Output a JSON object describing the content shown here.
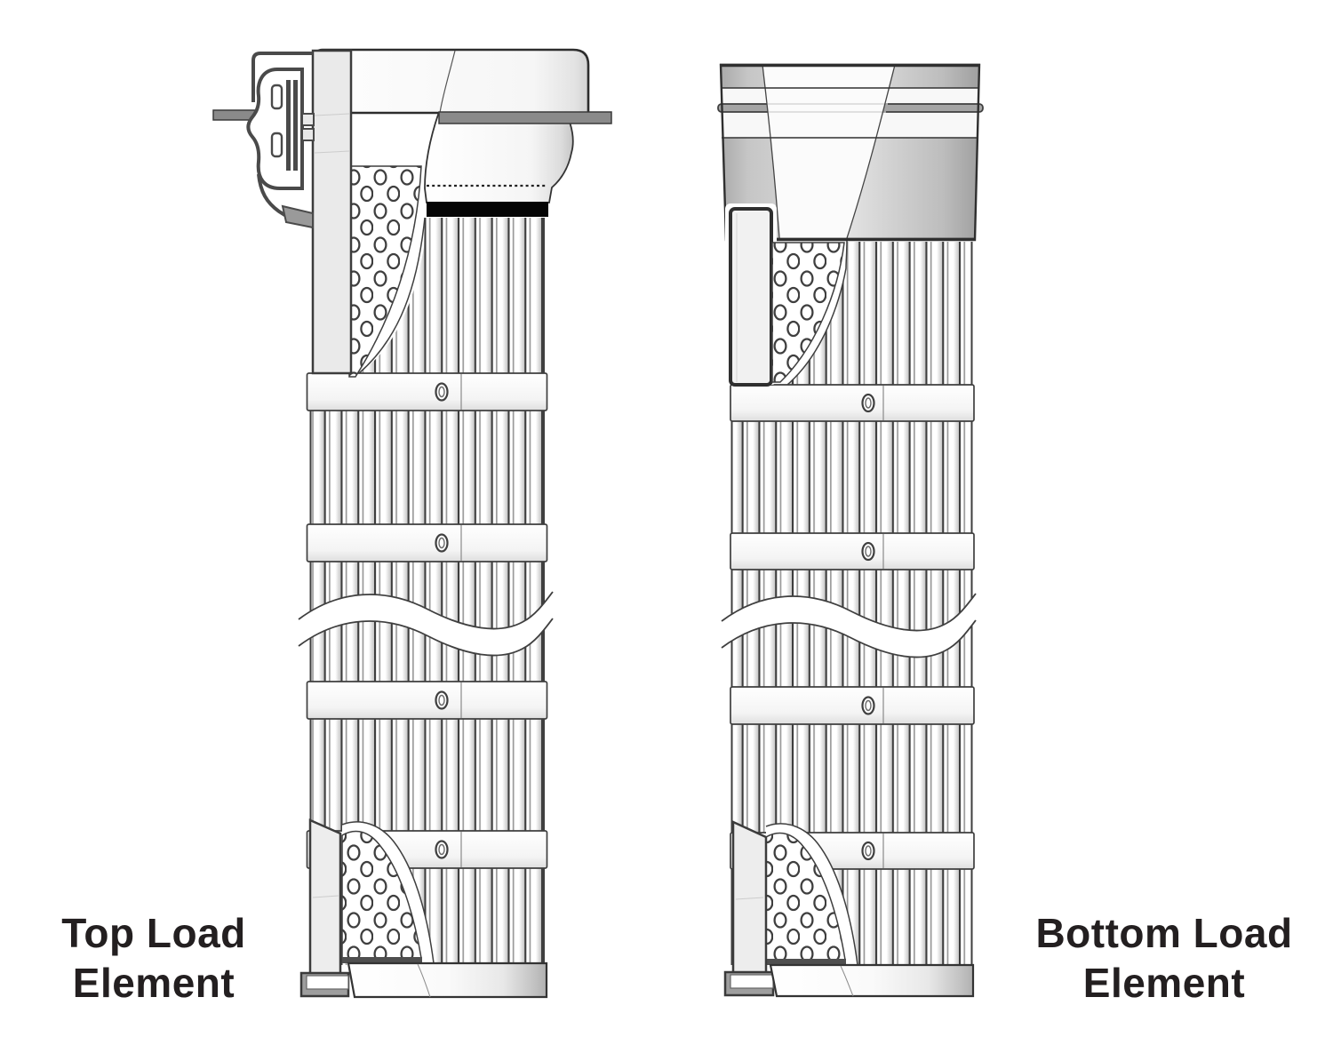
{
  "figure": {
    "type": "technical-illustration",
    "description_items": [
      {
        "id": "top_load",
        "parts": [
          "clamp-spring",
          "tube-sheet",
          "top-cap",
          "perforated-core",
          "pleated-media",
          "support-bands",
          "gasket-band",
          "bottom-cap"
        ]
      },
      {
        "id": "bottom_load",
        "parts": [
          "snap-band-collar",
          "inner-venturi-tube",
          "perforated-core",
          "pleated-media",
          "support-bands",
          "bottom-cap"
        ]
      }
    ]
  },
  "labels": {
    "top_load": {
      "line1": "Top Load",
      "line2": "Element"
    },
    "bottom_load": {
      "line1": "Bottom Load",
      "line2": "Element"
    }
  },
  "palette": {
    "background": "#ffffff",
    "line": "#2f2f2f",
    "metal_gray": "#8a8a8a",
    "light_gray": "#ececec",
    "band_shade": "#dedede",
    "gasket_black": "#050505",
    "text": "#231f20"
  }
}
